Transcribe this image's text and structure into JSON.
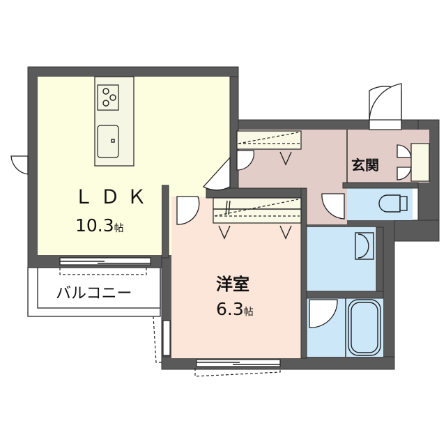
{
  "floorplan": {
    "rooms": [
      {
        "id": "ldk",
        "name": "ＬＤＫ",
        "name_plain": "LDK",
        "size_number": "10.3",
        "size_unit": "帖"
      },
      {
        "id": "western",
        "name": "洋室",
        "size_number": "6.3",
        "size_unit": "帖"
      },
      {
        "id": "entrance",
        "name": "玄関"
      },
      {
        "id": "balcony",
        "name": "バルコニー"
      },
      {
        "id": "toilet",
        "name": ""
      },
      {
        "id": "washroom",
        "name": ""
      },
      {
        "id": "bathroom",
        "name": ""
      }
    ],
    "colors": {
      "wall": "#5a5a5a",
      "ldk": "#fdfde0",
      "western": "#fbe6d9",
      "hall": "#e3cdc8",
      "wet_area": "#cbe7f8"
    }
  }
}
